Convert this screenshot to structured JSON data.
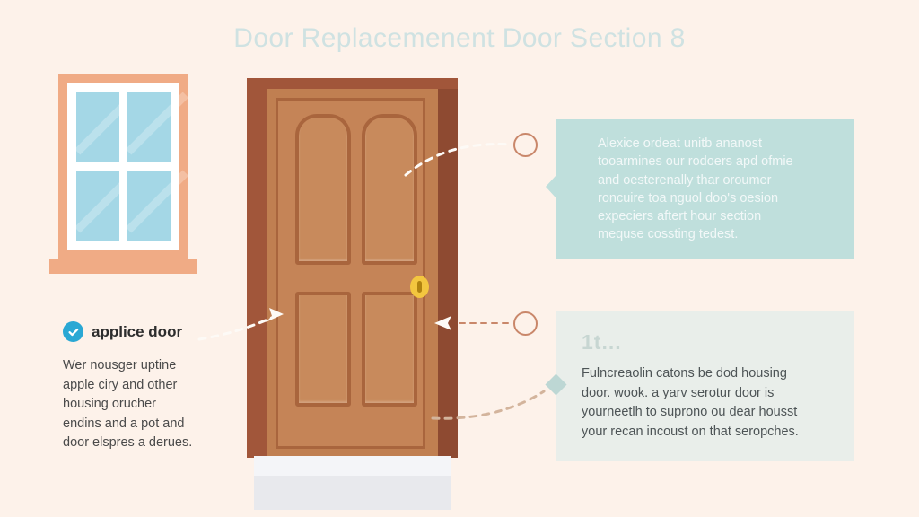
{
  "page": {
    "title": "Door Replacemenent Door Section 8",
    "background_color": "#fdf2ea",
    "title_color": "#cfe2e2"
  },
  "window_graphic": {
    "icon": "window-four-pane-icon",
    "frame_color": "#f0ab85",
    "glass_color": "#a4d7e6",
    "mullion_color": "#ffffff"
  },
  "door_graphic": {
    "icon": "door-four-panel-icon",
    "slab_color": "#c58457",
    "frame_color": "#a1563a",
    "knob": {
      "icon": "door-knob-icon",
      "color": "#f3c63f",
      "keyhole_color": "#b08310"
    },
    "step": {
      "icon": "door-step-icon",
      "color": "#e8e9ed"
    }
  },
  "callout_top": {
    "marker": {
      "icon": "circle-marker-icon",
      "stroke_color": "#c9876a"
    },
    "background_color": "#bfdfdc",
    "text_color": "#f2f8f8",
    "lines": [
      "Alexice ordeat unitb ananost",
      "tooarmines our rodoers apd ofmie",
      "and oesterenally thar oroumer",
      "roncuire toa nguol doo's oesion",
      "expeciers aftert hour section",
      "mequse cossting tedest."
    ]
  },
  "callout_bottom": {
    "marker": {
      "icon": "circle-marker-icon",
      "stroke_color": "#c9876a"
    },
    "diamond": {
      "icon": "diamond-marker-icon",
      "color": "#bdd7d4"
    },
    "background_color": "#e9eeea",
    "heading": "1t...",
    "heading_color": "#c7d6d2",
    "text_color": "#4d5456",
    "lines": [
      "Fulncreaolin catons be dod housing",
      "door. wook. a yarv serotur door is",
      "yourneetlh to suprono ou dear housst",
      "your recan incoust on that seropches."
    ]
  },
  "left_note": {
    "icon": "check-circle-icon",
    "icon_color": "#2aa8d4",
    "title": "applice door",
    "title_color": "#2d2d2d",
    "text_color": "#4a4a4a",
    "lines": [
      "Wer nousger uptine",
      "apple ciry and other",
      "housing orucher",
      "endins and a pot and",
      "door elspres a derues."
    ]
  },
  "connectors": {
    "arrow_color": "#fdfaf6",
    "items": [
      {
        "name": "connector-door-to-marker-top",
        "style": "dashed-curve"
      },
      {
        "name": "connector-leftnote-to-door",
        "style": "dashed-arrow"
      },
      {
        "name": "connector-marker-bottom-to-door",
        "style": "dashed-arrow"
      },
      {
        "name": "connector-door-to-callout-bottom",
        "style": "dashed-curve"
      }
    ]
  }
}
